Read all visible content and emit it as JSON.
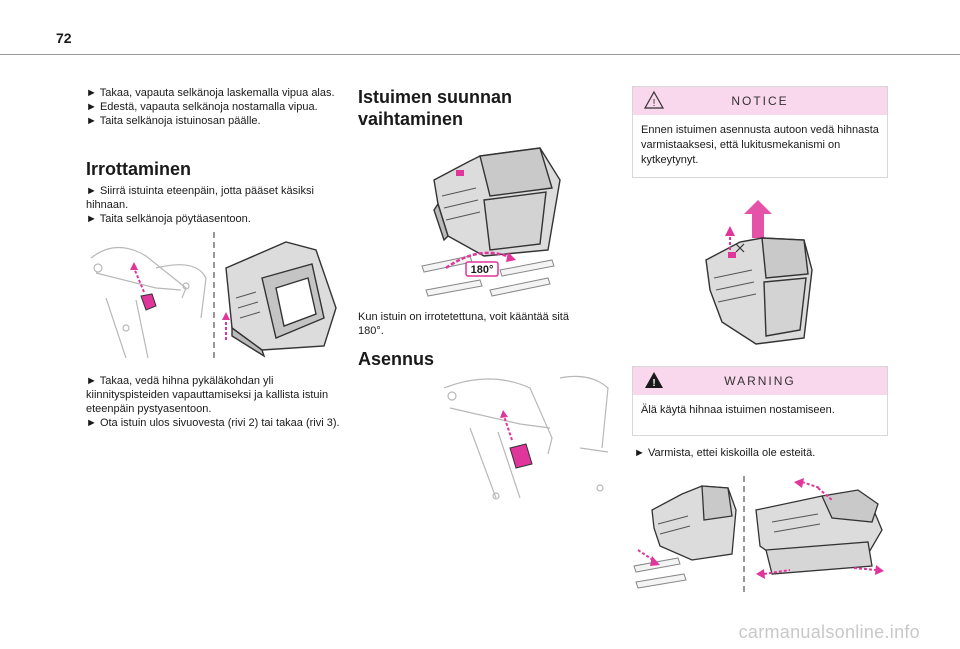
{
  "page": {
    "number": "72"
  },
  "col1": {
    "intro_lines": [
      "► Takaa, vapauta selkänoja laskemalla vipua alas.",
      "► Edestä, vapauta selkänoja nostamalla vipua.",
      "► Taita selkänoja istuinosan päälle."
    ],
    "heading": "Irrottaminen",
    "steps_a": [
      "► Siirrä istuinta eteenpäin, jotta pääset käsiksi hihnaan.",
      "► Taita selkänoja pöytäasentoon."
    ],
    "steps_b": [
      "► Takaa, vedä hihna pykäläkohdan yli kiinnityspisteiden vapauttamiseksi ja kallista istuin eteenpäin pystyasentoon.",
      "► Ota istuin ulos sivuovesta (rivi 2) tai takaa (rivi 3)."
    ]
  },
  "col2": {
    "heading1": "Istuimen suunnan vaihtaminen",
    "rotation_label": "180°",
    "caption": "Kun istuin on irrotetettuna, voit kääntää sitä 180°.",
    "heading2": "Asennus"
  },
  "col3": {
    "notice": {
      "title": "NOTICE",
      "text": "Ennen istuimen asennusta autoon vedä hihnasta varmistaaksesi, että lukitusmekanismi on kytkeytynyt."
    },
    "warning": {
      "title": "WARNING",
      "text": "Älä käytä hihnaa istuimen nostamiseen."
    },
    "final_step": "► Varmista, ettei kiskoilla ole esteitä."
  },
  "watermark": {
    "text": "carmanualsonline.info"
  },
  "colors": {
    "accent_pink": "#e0359a",
    "box_pink": "#f9d7ec",
    "rule": "#9a9a9a"
  }
}
